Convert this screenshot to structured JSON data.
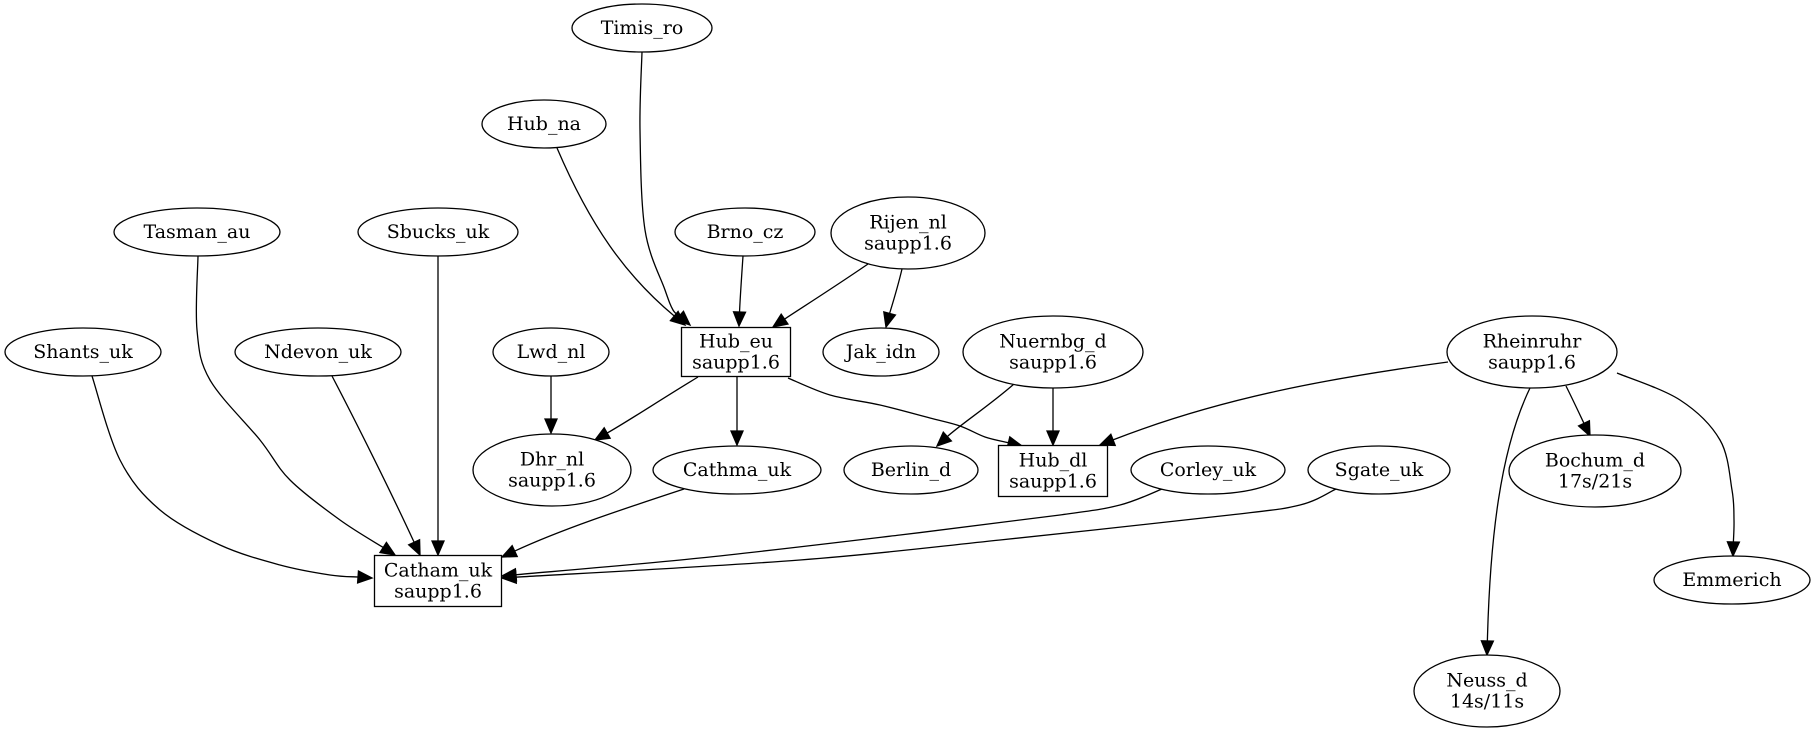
{
  "graph": {
    "type": "directed-graph",
    "nodes": [
      {
        "id": "Timis_ro",
        "lines": [
          "Timis_ro"
        ],
        "shape": "ellipse"
      },
      {
        "id": "Hub_na",
        "lines": [
          "Hub_na"
        ],
        "shape": "ellipse"
      },
      {
        "id": "Tasman_au",
        "lines": [
          "Tasman_au"
        ],
        "shape": "ellipse"
      },
      {
        "id": "Sbucks_uk",
        "lines": [
          "Sbucks_uk"
        ],
        "shape": "ellipse"
      },
      {
        "id": "Brno_cz",
        "lines": [
          "Brno_cz"
        ],
        "shape": "ellipse"
      },
      {
        "id": "Rijen_nl",
        "lines": [
          "Rijen_nl",
          "saupp1.6"
        ],
        "shape": "ellipse"
      },
      {
        "id": "Shants_uk",
        "lines": [
          "Shants_uk"
        ],
        "shape": "ellipse"
      },
      {
        "id": "Ndevon_uk",
        "lines": [
          "Ndevon_uk"
        ],
        "shape": "ellipse"
      },
      {
        "id": "Lwd_nl",
        "lines": [
          "Lwd_nl"
        ],
        "shape": "ellipse"
      },
      {
        "id": "Hub_eu",
        "lines": [
          "Hub_eu",
          "saupp1.6"
        ],
        "shape": "box"
      },
      {
        "id": "Jak_idn",
        "lines": [
          "Jak_idn"
        ],
        "shape": "ellipse"
      },
      {
        "id": "Nuernbg_d",
        "lines": [
          "Nuernbg_d",
          "saupp1.6"
        ],
        "shape": "ellipse"
      },
      {
        "id": "Rheinruhr",
        "lines": [
          "Rheinruhr",
          "saupp1.6"
        ],
        "shape": "ellipse"
      },
      {
        "id": "Dhr_nl",
        "lines": [
          "Dhr_nl",
          "saupp1.6"
        ],
        "shape": "ellipse"
      },
      {
        "id": "Cathma_uk",
        "lines": [
          "Cathma_uk"
        ],
        "shape": "ellipse"
      },
      {
        "id": "Berlin_d",
        "lines": [
          "Berlin_d"
        ],
        "shape": "ellipse"
      },
      {
        "id": "Hub_dl",
        "lines": [
          "Hub_dl",
          "saupp1.6"
        ],
        "shape": "box"
      },
      {
        "id": "Corley_uk",
        "lines": [
          "Corley_uk"
        ],
        "shape": "ellipse"
      },
      {
        "id": "Sgate_uk",
        "lines": [
          "Sgate_uk"
        ],
        "shape": "ellipse"
      },
      {
        "id": "Bochum_d",
        "lines": [
          "Bochum_d",
          "17s/21s"
        ],
        "shape": "ellipse"
      },
      {
        "id": "Catham_uk",
        "lines": [
          "Catham_uk",
          "saupp1.6"
        ],
        "shape": "box"
      },
      {
        "id": "Emmerich",
        "lines": [
          "Emmerich"
        ],
        "shape": "ellipse"
      },
      {
        "id": "Neuss_d",
        "lines": [
          "Neuss_d",
          "14s/11s"
        ],
        "shape": "ellipse"
      }
    ],
    "edges": [
      {
        "from": "Timis_ro",
        "to": "Hub_eu"
      },
      {
        "from": "Hub_na",
        "to": "Hub_eu"
      },
      {
        "from": "Brno_cz",
        "to": "Hub_eu"
      },
      {
        "from": "Rijen_nl",
        "to": "Hub_eu"
      },
      {
        "from": "Rijen_nl",
        "to": "Jak_idn"
      },
      {
        "from": "Tasman_au",
        "to": "Catham_uk"
      },
      {
        "from": "Sbucks_uk",
        "to": "Catham_uk"
      },
      {
        "from": "Shants_uk",
        "to": "Catham_uk"
      },
      {
        "from": "Ndevon_uk",
        "to": "Catham_uk"
      },
      {
        "from": "Lwd_nl",
        "to": "Dhr_nl"
      },
      {
        "from": "Hub_eu",
        "to": "Dhr_nl"
      },
      {
        "from": "Hub_eu",
        "to": "Cathma_uk"
      },
      {
        "from": "Hub_eu",
        "to": "Hub_dl"
      },
      {
        "from": "Nuernbg_d",
        "to": "Berlin_d"
      },
      {
        "from": "Nuernbg_d",
        "to": "Hub_dl"
      },
      {
        "from": "Rheinruhr",
        "to": "Hub_dl"
      },
      {
        "from": "Rheinruhr",
        "to": "Bochum_d"
      },
      {
        "from": "Rheinruhr",
        "to": "Emmerich"
      },
      {
        "from": "Rheinruhr",
        "to": "Neuss_d"
      },
      {
        "from": "Cathma_uk",
        "to": "Catham_uk"
      },
      {
        "from": "Corley_uk",
        "to": "Catham_uk"
      },
      {
        "from": "Sgate_uk",
        "to": "Catham_uk"
      }
    ]
  }
}
